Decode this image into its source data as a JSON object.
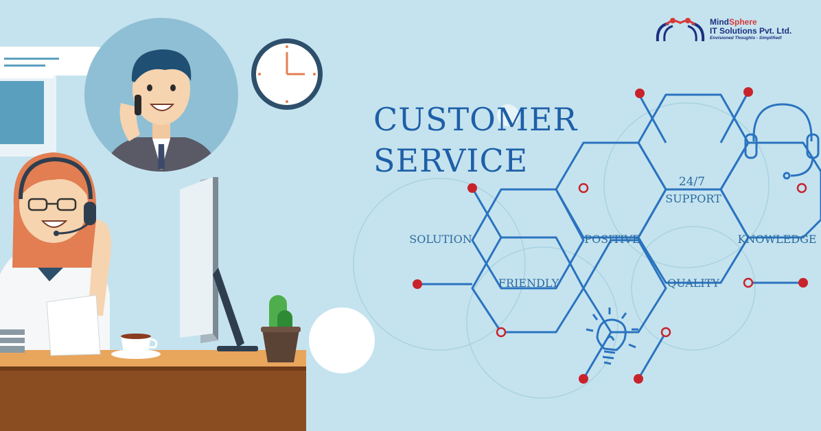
{
  "brand": {
    "name_part1": "Mind",
    "name_part2": "Sphere",
    "line2": "IT Solutions Pvt. Ltd.",
    "tagline": "Envisioned Thoughts - Simplified!"
  },
  "heading": {
    "line1": "CUSTOMER",
    "line2": "SERVICE"
  },
  "hex_labels": {
    "support_247": "24/7",
    "support": "SUPPORT",
    "solution": "SOLUTION",
    "positive": "POSITIVE",
    "knowledge": "KNOWLEDGE",
    "friendly": "FRIENDLY",
    "quality": "QUALITY"
  },
  "colors": {
    "background": "#c5e3ee",
    "hex_line": "#2a73c0",
    "node_red": "#c8232c",
    "brand_blue": "#1c2f80",
    "brand_red": "#d63a3a"
  },
  "icons": [
    "headset-icon",
    "lightbulb-icon",
    "clock-icon",
    "computer-monitor-icon",
    "coffee-cup-icon",
    "cactus-plant-icon",
    "phone-icon"
  ]
}
